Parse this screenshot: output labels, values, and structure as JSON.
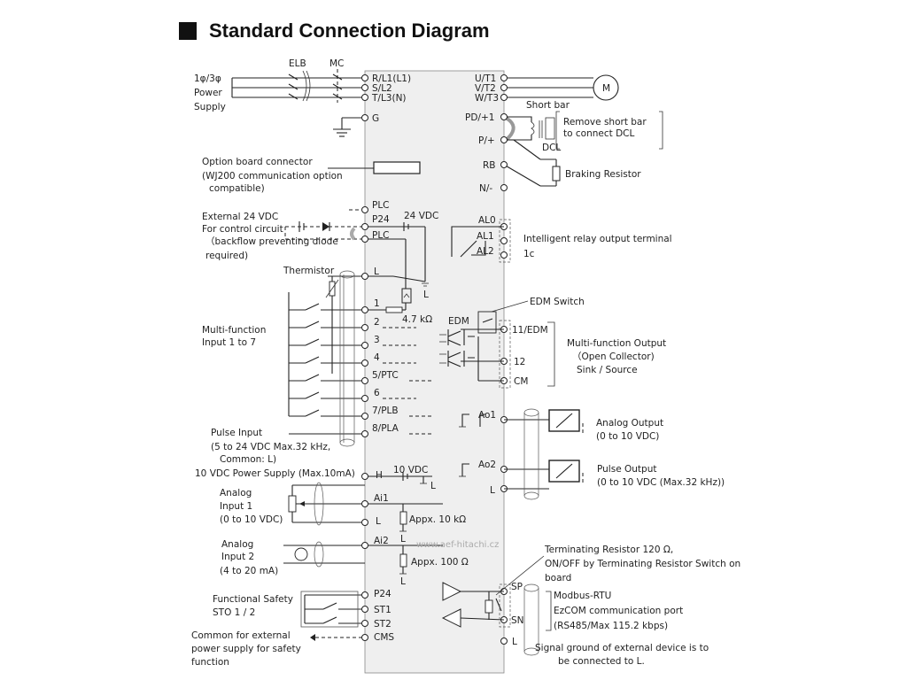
{
  "title": "Standard Connection Diagram",
  "watermark": "www.aef-hitachi.cz",
  "power": {
    "supply_lines": [
      "1φ/3φ",
      "Power",
      "Supply"
    ],
    "elb": "ELB",
    "mc": "MC",
    "motor": "M"
  },
  "left_terminals": {
    "r": "R/L1(L1)",
    "s": "S/L2",
    "t": "T/L3(N)",
    "g": "G",
    "plc1": "PLC",
    "p24": "P24",
    "plc2": "PLC",
    "l1": "L",
    "i1": "1",
    "i2": "2",
    "i3": "3",
    "i4": "4",
    "i5": "5/PTC",
    "i6": "6",
    "i7": "7/PLB",
    "i8": "8/PLA",
    "h": "H",
    "ai1": "Ai1",
    "l2": "L",
    "ai2": "Ai2",
    "sp24": "P24",
    "st1": "ST1",
    "st2": "ST2",
    "cms": "CMS"
  },
  "right_terminals": {
    "u": "U/T1",
    "v": "V/T2",
    "w": "W/T3",
    "pd": "PD/+1",
    "p": "P/+",
    "rb": "RB",
    "n": "N/-",
    "al0": "AL0",
    "al1": "AL1",
    "al2": "AL2",
    "edm": "11/EDM",
    "o12": "12",
    "cm": "CM",
    "ao1": "Ao1",
    "ao2": "Ao2",
    "l3": "L",
    "sp": "SP",
    "sn": "SN",
    "l4": "L"
  },
  "labels": {
    "option_board": [
      "Option board connector",
      "(WJ200   communication   option",
      "compatible)"
    ],
    "ext24": [
      "External 24 VDC",
      "For control circuit",
      "（backflow preventing diode",
      "required)"
    ],
    "v24": "24 VDC",
    "thermistor": "Thermistor",
    "r47": "4.7 kΩ",
    "l_small": "L",
    "multi_input": [
      "Multi-function",
      "Input 1 to 7"
    ],
    "pulse_input": [
      "Pulse Input",
      "(5 to 24 VDC Max.32 kHz,",
      "Common: L)"
    ],
    "vdc10_supply": "10 VDC Power Supply (Max.10mA)",
    "v10": "10 VDC",
    "analog1": [
      "Analog",
      "Input  1",
      "(0 to 10 VDC)"
    ],
    "appx10k": "Appx. 10 kΩ",
    "analog2": [
      "Analog",
      "Input 2",
      "(4 to 20 mA)"
    ],
    "appx100": "Appx. 100  Ω",
    "func_safety": [
      "Functional Safety",
      "STO  1 / 2"
    ],
    "common_ext": [
      "Common for external",
      "power supply for safety",
      "function"
    ],
    "short_bar": "Short bar",
    "remove_short": [
      "Remove  short  bar",
      "to connect DCL"
    ],
    "dcl": "DCL",
    "braking": "Braking Resistor",
    "relay": [
      "Intelligent  relay  output  terminal",
      "1c"
    ],
    "edm_switch": "EDM Switch",
    "edm": "EDM",
    "mf_output": [
      "Multi-function Output",
      "（Open Collector)",
      "Sink / Source"
    ],
    "analog_output": [
      "Analog Output",
      "(0 to 10 VDC)"
    ],
    "pulse_output": [
      "Pulse Output",
      "(0 to 10 VDC (Max.32 kHz))"
    ],
    "term_resistor": [
      "Terminating Resistor 120 Ω,",
      "ON/OFF by Terminating Resistor Switch on",
      "board"
    ],
    "modbus": [
      "Modbus-RTU",
      "EzCOM communication port",
      "(RS485/Max 115.2 kbps)"
    ],
    "signal_ground": [
      "Signal ground of external device is to",
      "be connected to L."
    ]
  }
}
